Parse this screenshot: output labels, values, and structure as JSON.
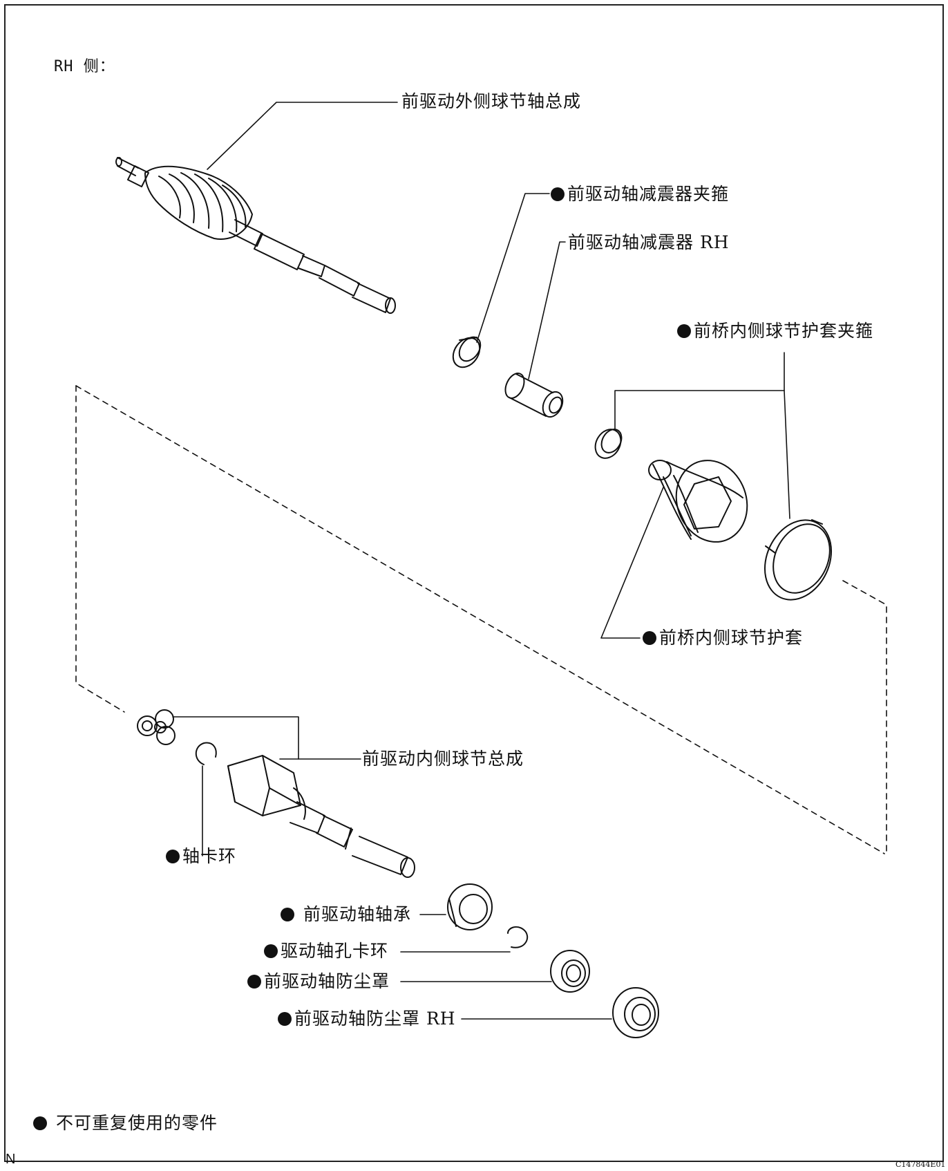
{
  "side_label": "RH 侧：",
  "labels": {
    "outer_joint": "前驱动外侧球节轴总成",
    "damper_clamp": "前驱动轴减震器夹箍",
    "damper": "前驱动轴减震器 RH",
    "inner_boot_clamp": "前桥内侧球节护套夹箍",
    "inner_boot": "前桥内侧球节护套",
    "inner_joint": "前驱动内侧球节总成",
    "shaft_snap_ring": "轴卡环",
    "bearing": "前驱动轴轴承",
    "hole_snap_ring": "驱动轴孔卡环",
    "dust_cover": "前驱动轴防尘罩",
    "dust_cover_rh": "前驱动轴防尘罩 RH"
  },
  "legend": "不可重复使用的零件",
  "corner_letter": "N",
  "figure_code": "C147844E01"
}
